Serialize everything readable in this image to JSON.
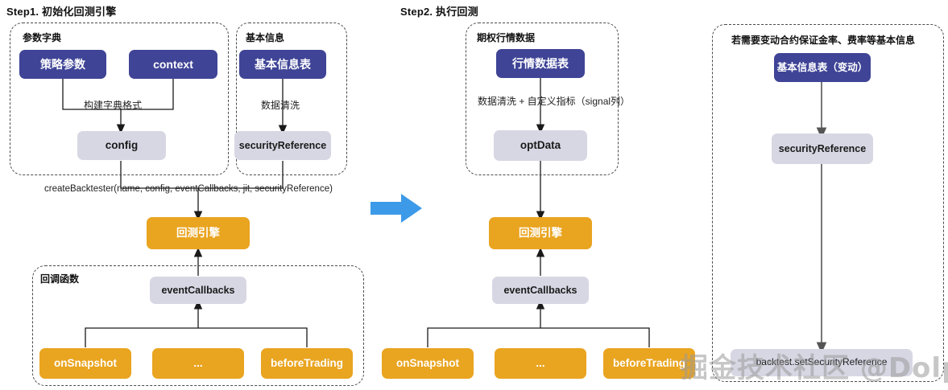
{
  "steps": [
    {
      "id": "step1",
      "title": "Step1. 初始化回测引擎"
    },
    {
      "id": "step2",
      "title": "Step2. 执行回测"
    }
  ],
  "groups": [
    {
      "id": "param-dict",
      "label": "参数字典"
    },
    {
      "id": "basic-info",
      "label": "基本信息"
    },
    {
      "id": "callback-fns",
      "label": "回调函数"
    },
    {
      "id": "option-quote",
      "label": "期权行情数据"
    },
    {
      "id": "change-basic",
      "label": "若需要变动合约保证金率、费率等基本信息"
    }
  ],
  "nodes": {
    "strategy_params": "策略参数",
    "context": "context",
    "config": "config",
    "basic_info_table": "基本信息表",
    "security_reference": "securityReference",
    "backtest_engine_1": "回测引擎",
    "event_callbacks_1": "eventCallbacks",
    "on_snapshot_1": "onSnapshot",
    "ellipsis_1": "...",
    "before_trading_1": "beforeTrading",
    "quote_data_table": "行情数据表",
    "opt_data": "optData",
    "backtest_engine_2": "回测引擎",
    "event_callbacks_2": "eventCallbacks",
    "on_snapshot_2": "onSnapshot",
    "ellipsis_2": "...",
    "before_trading_2": "beforeTrading",
    "basic_info_table_changed": "基本信息表（变动）",
    "security_reference_2": "securityReference",
    "set_security_reference": "backtest.setSecurityReference"
  },
  "edge_labels": {
    "build_dict_format": "构建字典格式",
    "data_clean": "数据清洗",
    "create_backtester": "createBacktester(name, config, eventCallbacks, jit, securityReference)",
    "clean_plus_signal": "数据清洗 + 自定义指标（signal列）"
  },
  "watermark": "掘金技术社区 @DolphinDB",
  "colors": {
    "blue_node": "#3f4496",
    "orange_node": "#e9a420",
    "lavender_node": "#d7d7e4",
    "step_arrow": "#3d9ae8",
    "dashed_border": "#4a4a4a",
    "wire": "#1a1a1a"
  }
}
